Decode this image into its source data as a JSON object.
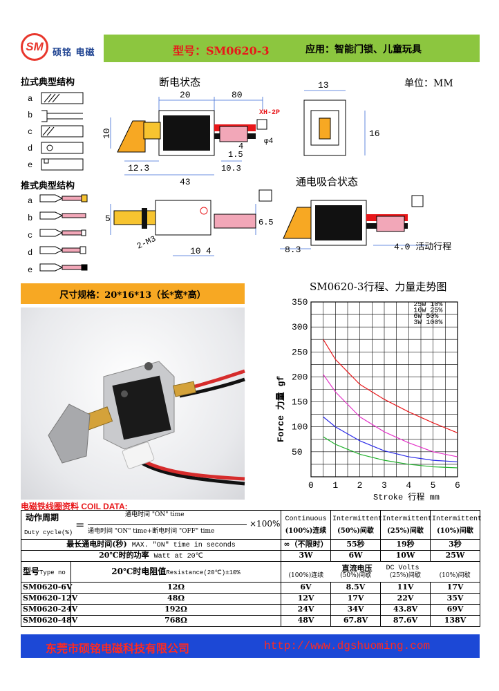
{
  "header": {
    "logo_mark": "SM",
    "logo_text": "硕铭 电磁",
    "model_title": "型号：SM0620-3",
    "application": "应用：智能门锁、儿童玩具"
  },
  "structures": {
    "pull_title": "拉式典型结构",
    "push_title": "推式典型结构",
    "pull_letters": [
      "a",
      "b",
      "c",
      "d",
      "e"
    ],
    "push_letters": [
      "a",
      "b",
      "c",
      "d",
      "e"
    ]
  },
  "drawing": {
    "power_off_title": "断电状态",
    "power_on_title": "通电吸合状态",
    "unit": "单位：MM",
    "connector_label": "XH-2P",
    "dims_top": [
      "20",
      "80",
      "10",
      "12.3",
      "43",
      "4",
      "1.5",
      "10.3",
      "φ4"
    ],
    "dims_side": [
      "13",
      "16"
    ],
    "dims_bottom": [
      "5",
      "2-M3",
      "10",
      "4",
      "6.5"
    ],
    "dims_on": [
      "8.3",
      "4.0 活动行程"
    ]
  },
  "spec_bar": "尺寸规格：20*16*13（长*宽*高）",
  "chart_data": {
    "type": "line",
    "title": "SM0620-3行程、力量走势图",
    "xlabel": "Stroke  行程  mm",
    "ylabel": "Force 力量 gf",
    "x_ticks": [
      "0",
      "1",
      "2",
      "3",
      "4",
      "5",
      "6"
    ],
    "y_ticks": [
      "50",
      "100",
      "150",
      "200",
      "250",
      "300",
      "350"
    ],
    "xlim": [
      0,
      6
    ],
    "ylim": [
      0,
      350
    ],
    "grid": true,
    "legend_position": "top-right",
    "series": [
      {
        "name": "25W  10%",
        "color": "#e8171a",
        "x": [
          0.5,
          1,
          2,
          3,
          4,
          5,
          6
        ],
        "y": [
          275,
          235,
          185,
          155,
          130,
          108,
          88
        ]
      },
      {
        "name": "10W  25%",
        "color": "#e431c8",
        "x": [
          0.5,
          1,
          2,
          3,
          4,
          5,
          6
        ],
        "y": [
          205,
          170,
          120,
          90,
          68,
          50,
          40
        ]
      },
      {
        "name": "6W  50%",
        "color": "#2a2ae8",
        "x": [
          0.5,
          1,
          2,
          3,
          4,
          5,
          6
        ],
        "y": [
          120,
          100,
          72,
          52,
          40,
          33,
          30
        ]
      },
      {
        "name": "3W  100%",
        "color": "#1fb12b",
        "x": [
          0.5,
          1,
          2,
          3,
          4,
          5,
          6
        ],
        "y": [
          80,
          65,
          45,
          33,
          25,
          20,
          18
        ]
      }
    ]
  },
  "coil": {
    "heading": "电磁铁线圈资料  COIL DATA:",
    "duty_label_cn": "动作周期",
    "duty_label_en": "Duty cycle(%)",
    "duty_equals": "=",
    "duty_numerator": "通电时间 \"ON\" time",
    "duty_denominator": "通电时间 \"ON\" time+断电时间 \"OFF\" time",
    "duty_times": "×100%",
    "modes": [
      {
        "en": "Continuous",
        "cn": "(100%)连续"
      },
      {
        "en": "Intermittent",
        "cn": "(50%)间歇"
      },
      {
        "en": "Intermittent",
        "cn": "(25%)间歇"
      },
      {
        "en": "Intermittent",
        "cn": "(10%)间歇"
      }
    ],
    "max_on_label": "最长通电时间(秒)",
    "max_on_en": "MAX. \"ON\" time in seconds",
    "max_on_values": [
      "∞（不限时）",
      "55秒",
      "19秒",
      "3秒"
    ],
    "power_label": "20℃时的功率",
    "power_en": "Watt at 20℃",
    "power_values": [
      "3W",
      "6W",
      "10W",
      "25W"
    ],
    "type_label": "型号",
    "type_en": "Type no",
    "resistance_label": "20℃时电阻值",
    "resistance_en": "Resistance(20℃)±10%",
    "dc_label": "直流电压",
    "dc_en": "DC Volts",
    "dc_modes": [
      "(100%)连续",
      "(50%)间歇",
      "(25%)间歇",
      "(10%)间歇"
    ],
    "rows": [
      {
        "type": "SM0620-6V",
        "res": "12Ω",
        "v": [
          "6V",
          "8.5V",
          "11V",
          "17V"
        ]
      },
      {
        "type": "SM0620-12V",
        "res": "48Ω",
        "v": [
          "12V",
          "17V",
          "22V",
          "35V"
        ]
      },
      {
        "type": "SM0620-24V",
        "res": "192Ω",
        "v": [
          "24V",
          "34V",
          "43.8V",
          "69V"
        ]
      },
      {
        "type": "SM0620-48V",
        "res": "768Ω",
        "v": [
          "48V",
          "67.8V",
          "87.6V",
          "138V"
        ]
      }
    ]
  },
  "footer": {
    "company": "东莞市硕铭电磁科技有限公司",
    "url": "http://www.dgshuoming.com"
  },
  "colors": {
    "brand_red": "#e8171a",
    "header_green": "#8cc63f",
    "spec_orange": "#f7a823",
    "footer_blue": "#1c48d6"
  }
}
